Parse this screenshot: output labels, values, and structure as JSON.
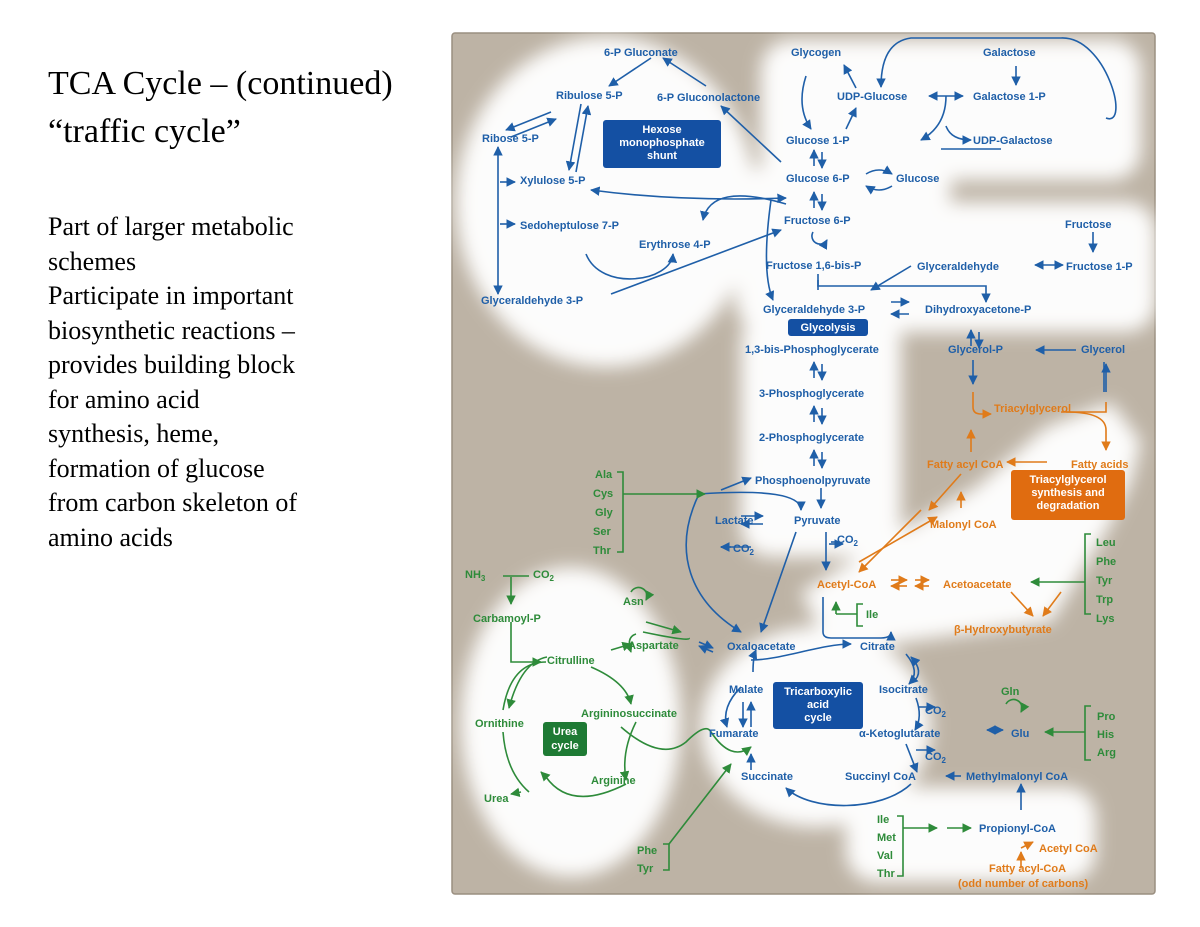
{
  "slide": {
    "title_lines": [
      "TCA Cycle – (continued)",
      "“traffic cycle”"
    ],
    "body_lines": [
      "Part of larger metabolic",
      "schemes",
      "Participate in important",
      "biosynthetic reactions –",
      "provides building block",
      "for amino acid",
      "synthesis, heme,",
      "formation of glucose",
      "from carbon skeleton of",
      "amino acids"
    ]
  },
  "colors": {
    "panel": "#bdb3a5",
    "blue": "#1f5fa8",
    "green": "#2e8b3a",
    "orange": "#e07b1a",
    "box_blue": "#1450a3",
    "box_green": "#1e7a34",
    "box_orange": "#e06c10"
  },
  "diagram": {
    "labels": {
      "six_p_gluconate": "6-P Gluconate",
      "ribulose_5p": "Ribulose 5-P",
      "six_p_gluconolactone": "6-P Gluconolactone",
      "ribose_5p": "Ribose 5-P",
      "xylulose_5p": "Xylulose 5-P",
      "sedoheptulose_7p": "Sedoheptulose 7-P",
      "erythrose_4p": "Erythrose 4-P",
      "glyceraldehyde_3p_left": "Glyceraldehyde 3-P",
      "glycogen": "Glycogen",
      "udp_glucose": "UDP-Glucose",
      "galactose": "Galactose",
      "galactose_1p": "Galactose 1-P",
      "udp_galactose": "UDP-Galactose",
      "glucose_1p": "Glucose 1-P",
      "glucose_6p": "Glucose 6-P",
      "glucose": "Glucose",
      "fructose_6p": "Fructose 6-P",
      "fructose_16bisp": "Fructose 1,6-bis-P",
      "fructose": "Fructose",
      "fructose_1p": "Fructose 1-P",
      "glyceraldehyde": "Glyceraldehyde",
      "glyceraldehyde_3p": "Glyceraldehyde 3-P",
      "dhap": "Dihydroxyacetone-P",
      "bpg13": "1,3-bis-Phosphoglycerate",
      "glycerol_p": "Glycerol-P",
      "glycerol": "Glycerol",
      "pg3": "3-Phosphoglycerate",
      "pg2": "2-Phosphoglycerate",
      "triacylglycerol": "Triacylglycerol",
      "fatty_acyl_coa": "Fatty acyl CoA",
      "fatty_acids": "Fatty acids",
      "pep": "Phosphoenolpyruvate",
      "lactate": "Lactate",
      "pyruvate": "Pyruvate",
      "malonyl_coa": "Malonyl CoA",
      "acetyl_coa": "Acetyl-CoA",
      "acetoacetate": "Acetoacetate",
      "b_hydroxybutyrate": "β-Hydroxybutyrate",
      "ile_top": "Ile",
      "nh3": "NH",
      "nh3_sub": "3",
      "co2_urea": "CO",
      "co2_urea_sub": "2",
      "co2_pyr": "CO",
      "co2_pyr_sub": "2",
      "co2_pdh": "CO",
      "co2_pdh_sub": "2",
      "co2_isocit": "CO",
      "co2_isocit_sub": "2",
      "co2_akg": "CO",
      "co2_akg_sub": "2",
      "carbamoyl_p": "Carbamoyl-P",
      "citrulline": "Citrulline",
      "asn": "Asn",
      "aspartate": "Aspartate",
      "oxaloacetate": "Oxaloacetate",
      "citrate": "Citrate",
      "argininosuccinate": "Argininosuccinate",
      "ornithine": "Ornithine",
      "malate": "Malate",
      "isocitrate": "Isocitrate",
      "fumarate": "Fumarate",
      "a_ketoglutarate": "α-Ketoglutarate",
      "glu": "Glu",
      "gln": "Gln",
      "arginine": "Arginine",
      "succinate": "Succinate",
      "succinyl_coa": "Succinyl CoA",
      "methylmalonyl_coa": "Methylmalonyl CoA",
      "urea": "Urea",
      "propionyl_coa": "Propionyl-CoA",
      "acetyl_coa_bottom": "Acetyl CoA",
      "fatty_acyl_coa_odd": "Fatty acyl-CoA",
      "odd_carbons": "(odd number of carbons)"
    },
    "boxes": {
      "hmp_shunt": [
        "Hexose",
        "monophosphate",
        "shunt"
      ],
      "glycolysis": [
        "Glycolysis"
      ],
      "tag_synthesis": [
        "Triacylglycerol",
        "synthesis and",
        "degradation"
      ],
      "tca_cycle": [
        "Tricarboxylic",
        "acid",
        "cycle"
      ],
      "urea_cycle": [
        "Urea",
        "cycle"
      ]
    },
    "amino_groups": {
      "glycolytic": [
        "Ala",
        "Cys",
        "Gly",
        "Ser",
        "Thr"
      ],
      "ketogenic": [
        "Leu",
        "Phe",
        "Tyr",
        "Trp",
        "Lys"
      ],
      "glu_family": [
        "Pro",
        "His",
        "Arg"
      ],
      "fumarate_family": [
        "Phe",
        "Tyr"
      ],
      "propionyl_family": [
        "Ile",
        "Met",
        "Val",
        "Thr"
      ]
    }
  }
}
